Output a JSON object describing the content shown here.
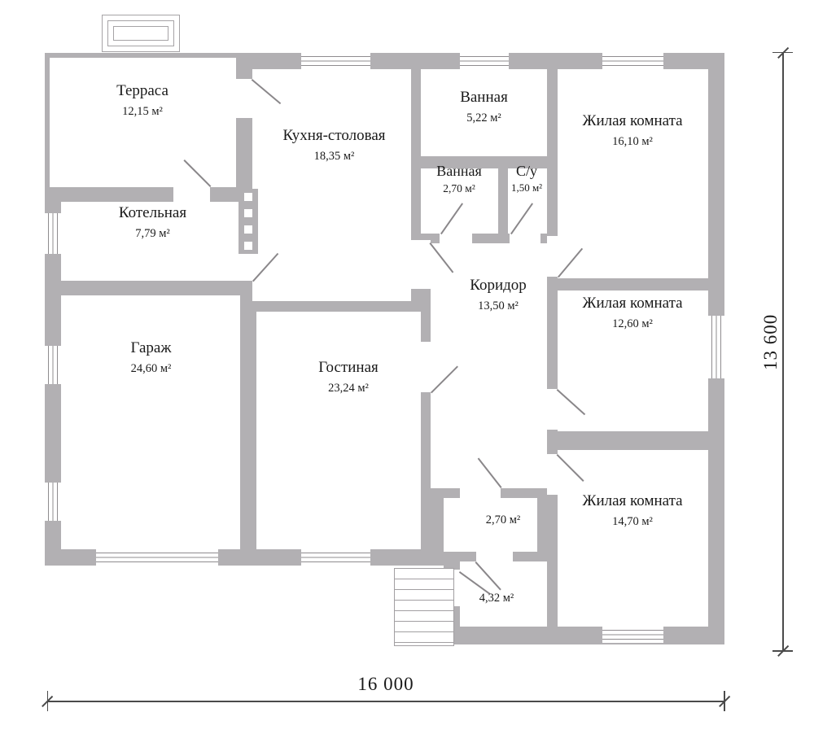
{
  "rooms": [
    {
      "name": "Терраса",
      "area": "12,15 м²"
    },
    {
      "name": "Кухня-столовая",
      "area": "18,35 м²"
    },
    {
      "name": "Ванная",
      "area": "5,22 м²"
    },
    {
      "name": "Жилая комната",
      "area": "16,10 м²"
    },
    {
      "name": "Ванная",
      "area": "2,70 м²"
    },
    {
      "name": "С/у",
      "area": "1,50 м²"
    },
    {
      "name": "Котельная",
      "area": "7,79 м²"
    },
    {
      "name": "Коридор",
      "area": "13,50 м²"
    },
    {
      "name": "Жилая комната",
      "area": "12,60 м²"
    },
    {
      "name": "Гараж",
      "area": "24,60 м²"
    },
    {
      "name": "Гостиная",
      "area": "23,24 м²"
    },
    {
      "name": "",
      "area": "2,70 м²"
    },
    {
      "name": "Жилая комната",
      "area": "14,70 м²"
    },
    {
      "name": "",
      "area": "4,32 м²"
    }
  ],
  "dimensions": {
    "width": "16 000",
    "height": "13 600"
  },
  "colors": {
    "wall": "#b2b0b3",
    "line": "#8f8c8f",
    "text": "#1a1a1a"
  }
}
